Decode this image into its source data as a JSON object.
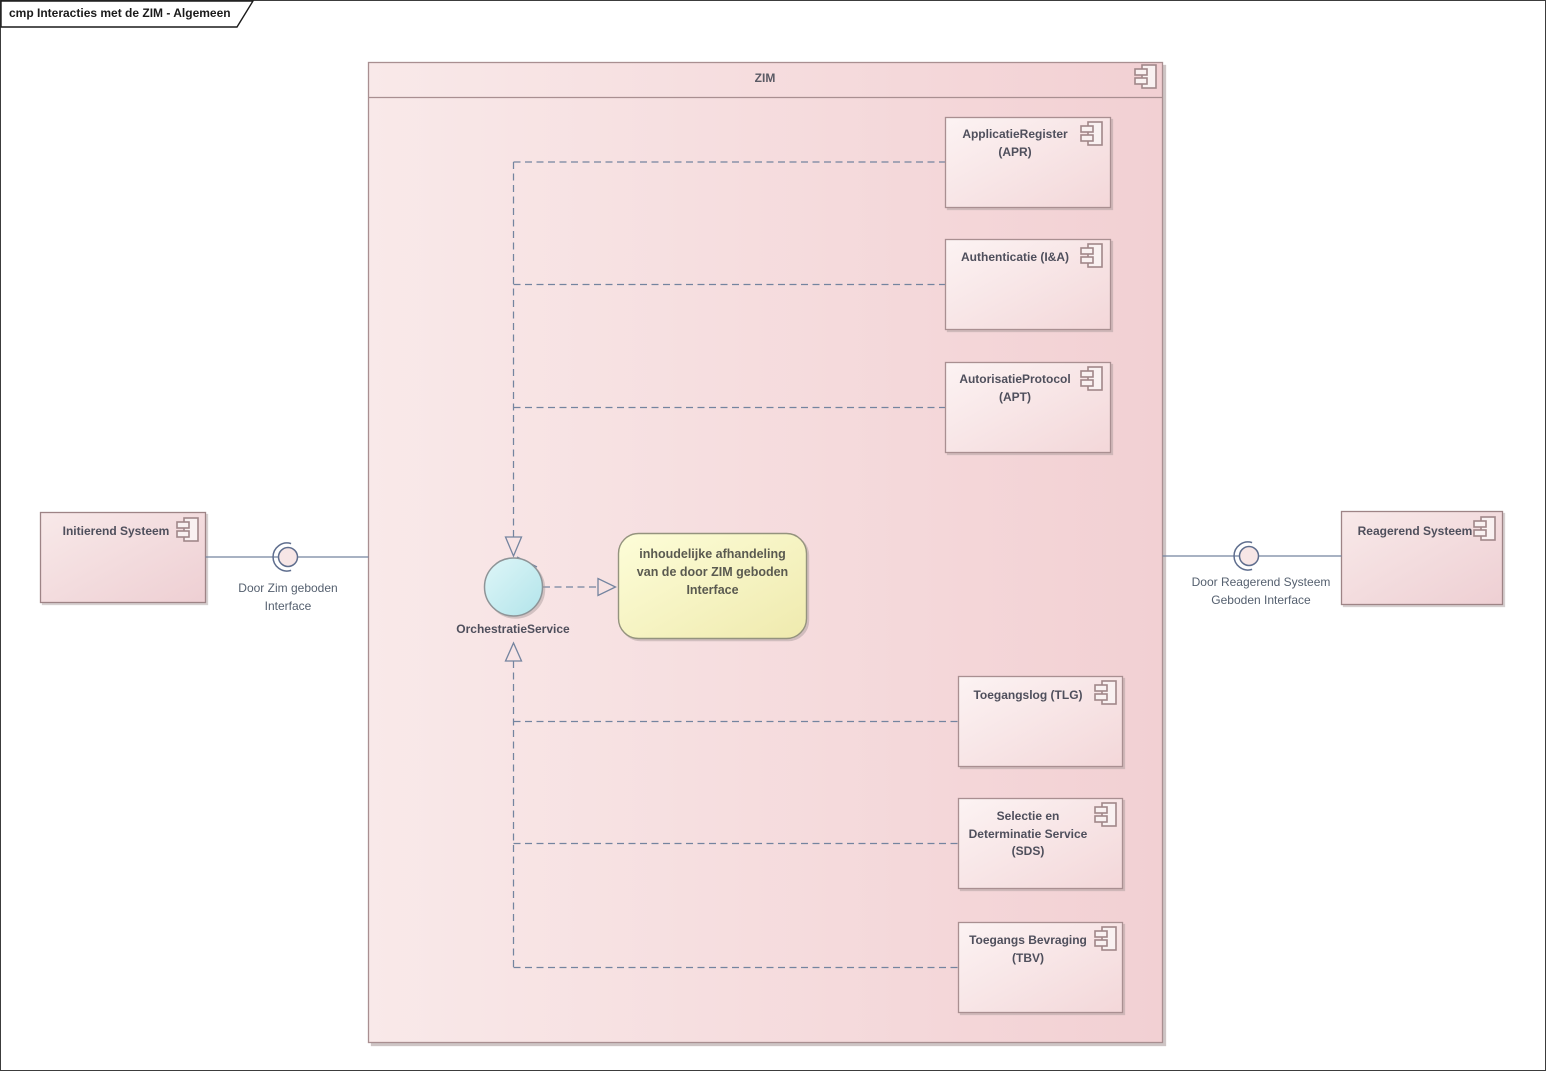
{
  "frame": {
    "title": "cmp Interacties met de ZIM - Algemeen"
  },
  "zim": {
    "title": "ZIM",
    "components": [
      {
        "label": "ApplicatieRegister\n(APR)"
      },
      {
        "label": "Authenticatie (I&A)"
      },
      {
        "label": "AutorisatieProtocol\n(APT)"
      },
      {
        "label": "Toegangslog (TLG)"
      },
      {
        "label": "Selectie en\nDeterminatie Service\n(SDS)"
      },
      {
        "label": "Toegangs Bevraging\n(TBV)"
      }
    ],
    "interface_ball": {
      "label": "OrchestratieService"
    },
    "note": {
      "text": "inhoudelijke afhandeling\nvan de door ZIM geboden\nInterface"
    }
  },
  "left_system": {
    "component": "Initierend Systeem",
    "interface_label": "Door Zim geboden\nInterface"
  },
  "right_system": {
    "component": "Reagerend Systeem",
    "interface_label": "Door Reagerend Systeem\nGeboden Interface"
  },
  "icons": {
    "component_icon": "uml-component-icon",
    "ball_socket_icon": "ball-and-socket-interface-icon"
  },
  "colors": {
    "zim_fill_left": "#f9e9e9",
    "zim_fill_right": "#f2d0d3",
    "component_fill_light": "#fcf3f3",
    "component_fill_dark": "#f3d7d9",
    "outer_component_fill_light": "#f8e9e9",
    "outer_component_fill_dark": "#eecfd3",
    "box_border": "#a98f91",
    "note_fill_light": "#fdfdd8",
    "note_fill_dark": "#efeaae",
    "note_border": "#94937e",
    "ball_fill_light": "#def6f8",
    "ball_fill_dark": "#b2e4ea",
    "connector": "#74849f",
    "frame_border": "#3c3c3c",
    "label_text": "#4f4f5c"
  }
}
